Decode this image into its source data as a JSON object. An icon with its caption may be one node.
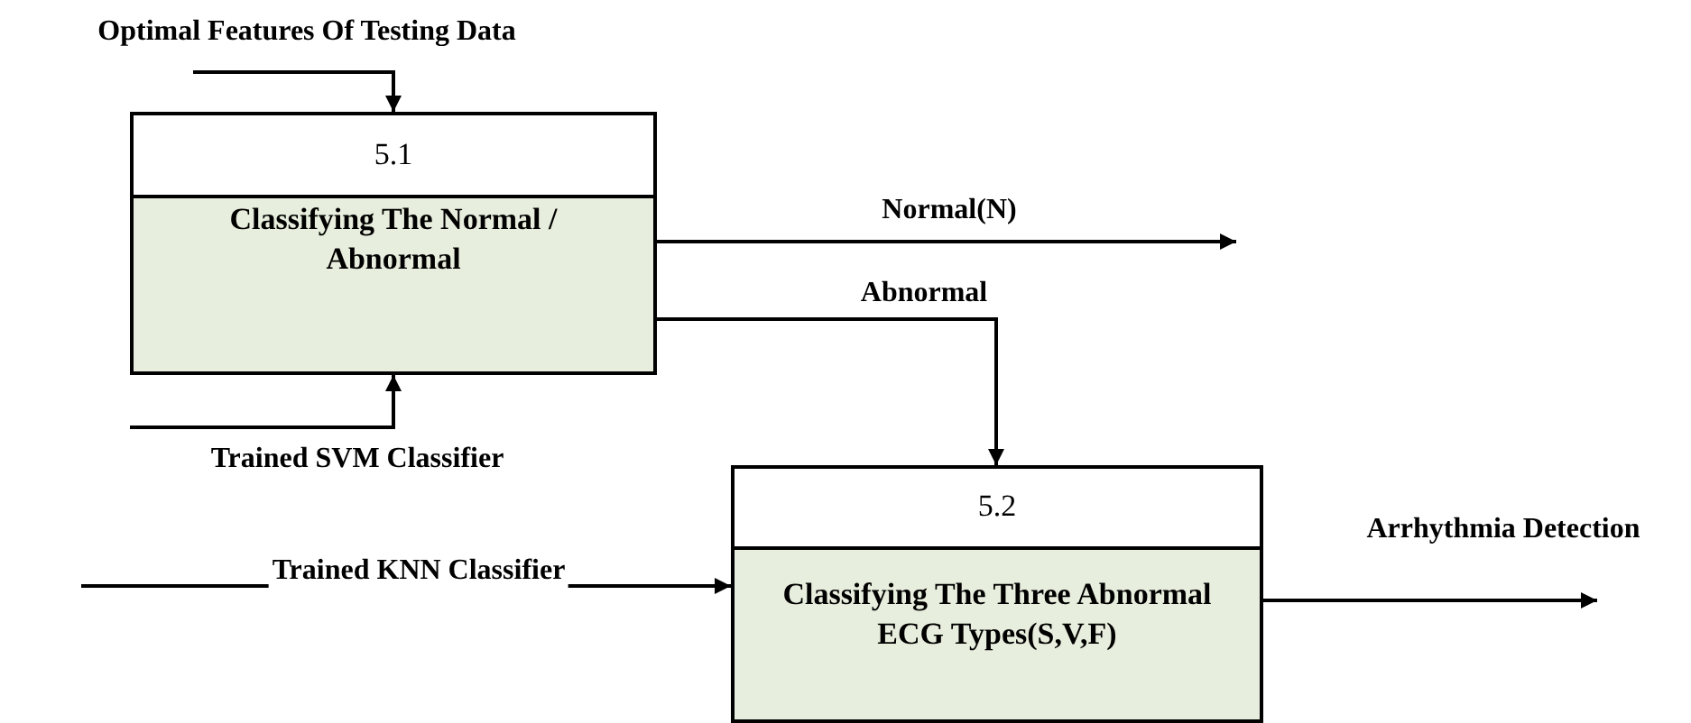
{
  "diagram": {
    "nodes": [
      {
        "text": [
          "5.1",
          "Classifying The Normal / Abnormal"
        ]
      },
      {
        "text": [
          "5.2",
          "Classifying The Three Abnormal ECG Types(S,V,F)"
        ]
      }
    ],
    "edges": [
      {
        "from": null,
        "to": 0,
        "arrow": "to",
        "label": "Optimal Features Of Testing Data"
      },
      {
        "from": null,
        "to": 0,
        "arrow": "to",
        "label": "Trained SVM Classifier"
      },
      {
        "from": 0,
        "to": null,
        "arrow": "to",
        "label": "Normal(N)"
      },
      {
        "from": 0,
        "to": 1,
        "arrow": "to",
        "label": "Abnormal"
      },
      {
        "from": null,
        "to": 1,
        "arrow": "to",
        "label": "Trained KNN Classifier"
      },
      {
        "from": 1,
        "to": null,
        "arrow": "to",
        "label": "Arrhythmia Detection"
      }
    ]
  }
}
